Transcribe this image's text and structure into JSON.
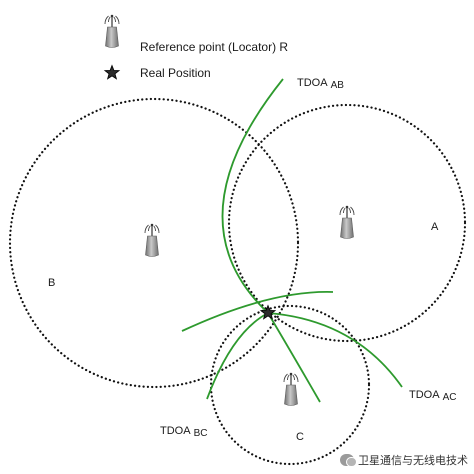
{
  "legend": {
    "reference_label": "Reference point (Locator) R",
    "real_label": "Real Position"
  },
  "labels": {
    "tdoa_ab": "TDOA",
    "tdoa_ab_sub": "AB",
    "tdoa_ac": "TDOA",
    "tdoa_ac_sub": "AC",
    "tdoa_bc": "TDOA",
    "tdoa_bc_sub": "BC",
    "a": "A",
    "b": "B",
    "c": "C"
  },
  "watermark": "卫星通信与无线电技术",
  "colors": {
    "hyperbola": "#2e9a2e",
    "circle": "#111111",
    "tower": "#8c8c8c"
  }
}
